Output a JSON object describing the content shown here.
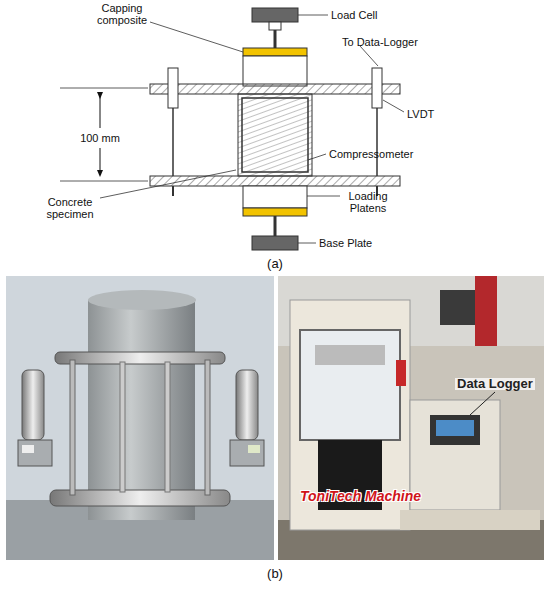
{
  "diagram": {
    "labels": [
      "Capping composite",
      "Load Cell",
      "To Data-Logger",
      "100 mm",
      "LVDT",
      "Compressometer",
      "Concrete specimen",
      "Loading Platens",
      "Base Plate",
      "(a)",
      "Data Logger",
      "ToniTech Machine",
      "(b)"
    ]
  }
}
